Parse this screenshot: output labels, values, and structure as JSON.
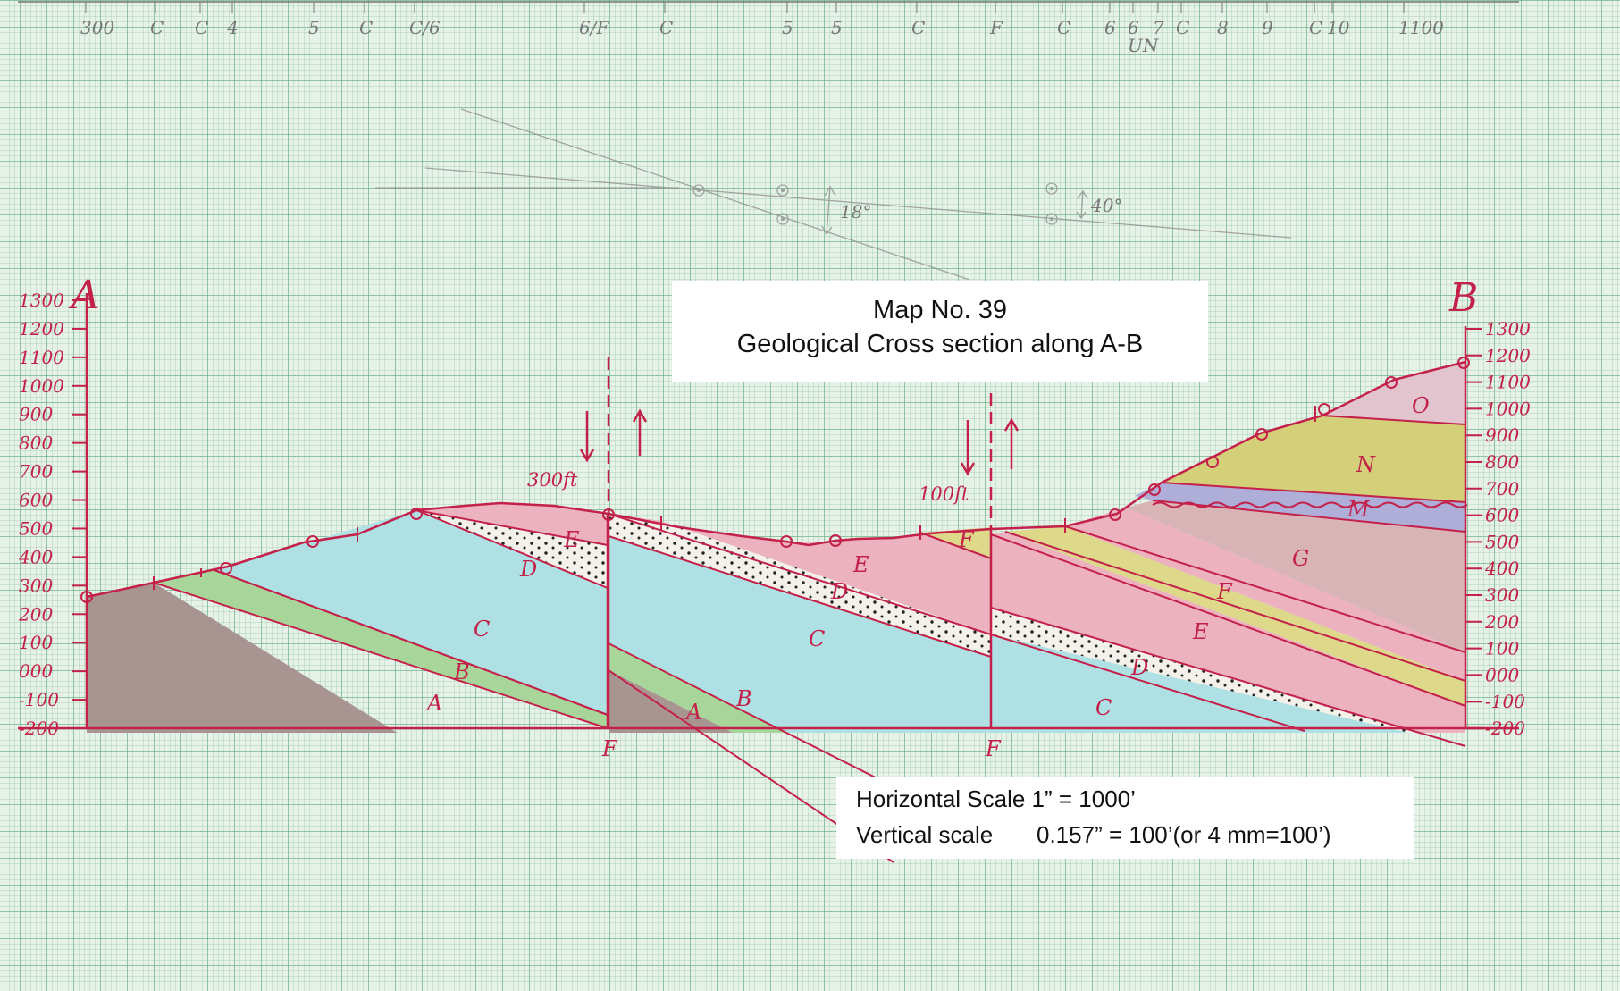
{
  "title": {
    "map_no": "Map No. 39",
    "subtitle": "Geological Cross section along A-B"
  },
  "scale": {
    "horizontal": "Horizontal Scale 1” = 1000’",
    "vertical_label": "Vertical scale",
    "vertical_value": "0.157” = 100’(or 4 mm=100’)"
  },
  "section_ends": {
    "left": "A",
    "right": "B"
  },
  "left_axis_ticks": [
    "1300",
    "1200",
    "1100",
    "1000",
    "900",
    "800",
    "700",
    "600",
    "500",
    "400",
    "300",
    "200",
    "100",
    "000",
    "-100",
    "-200"
  ],
  "right_axis_ticks": [
    "1300",
    "1200",
    "1100",
    "1000",
    "900",
    "800",
    "700",
    "600",
    "500",
    "400",
    "300",
    "200",
    "100",
    "000",
    "-100",
    "-200"
  ],
  "top_ruler_labels": [
    "300",
    "C",
    "C",
    "4",
    "5",
    "C",
    "C/6",
    "6/F",
    "C",
    "5",
    "5",
    "C",
    "F",
    "C",
    "6",
    "6",
    "7",
    "C",
    "8",
    "9",
    "C",
    "10",
    "1100",
    "UN"
  ],
  "dip_angles": [
    "18°",
    "40°"
  ],
  "faults": [
    {
      "label": "F",
      "throw": "300ft"
    },
    {
      "label": "F",
      "throw": "100ft"
    }
  ],
  "formations": [
    {
      "label": "A",
      "color": "#a89490"
    },
    {
      "label": "B",
      "color": "#a8d69a"
    },
    {
      "label": "C",
      "color": "#aee0e4"
    },
    {
      "label": "D",
      "color": "#f4f0ea"
    },
    {
      "label": "E",
      "color": "#ecb2bf"
    },
    {
      "label": "F",
      "color": "#ddd88a"
    },
    {
      "label": "G",
      "color": "#d9b4b6"
    },
    {
      "label": "M",
      "color": "#aeaed8"
    },
    {
      "label": "N",
      "color": "#d4d07a"
    },
    {
      "label": "O",
      "color": "#e2c4cf"
    }
  ],
  "ink_color": "#c4214a"
}
